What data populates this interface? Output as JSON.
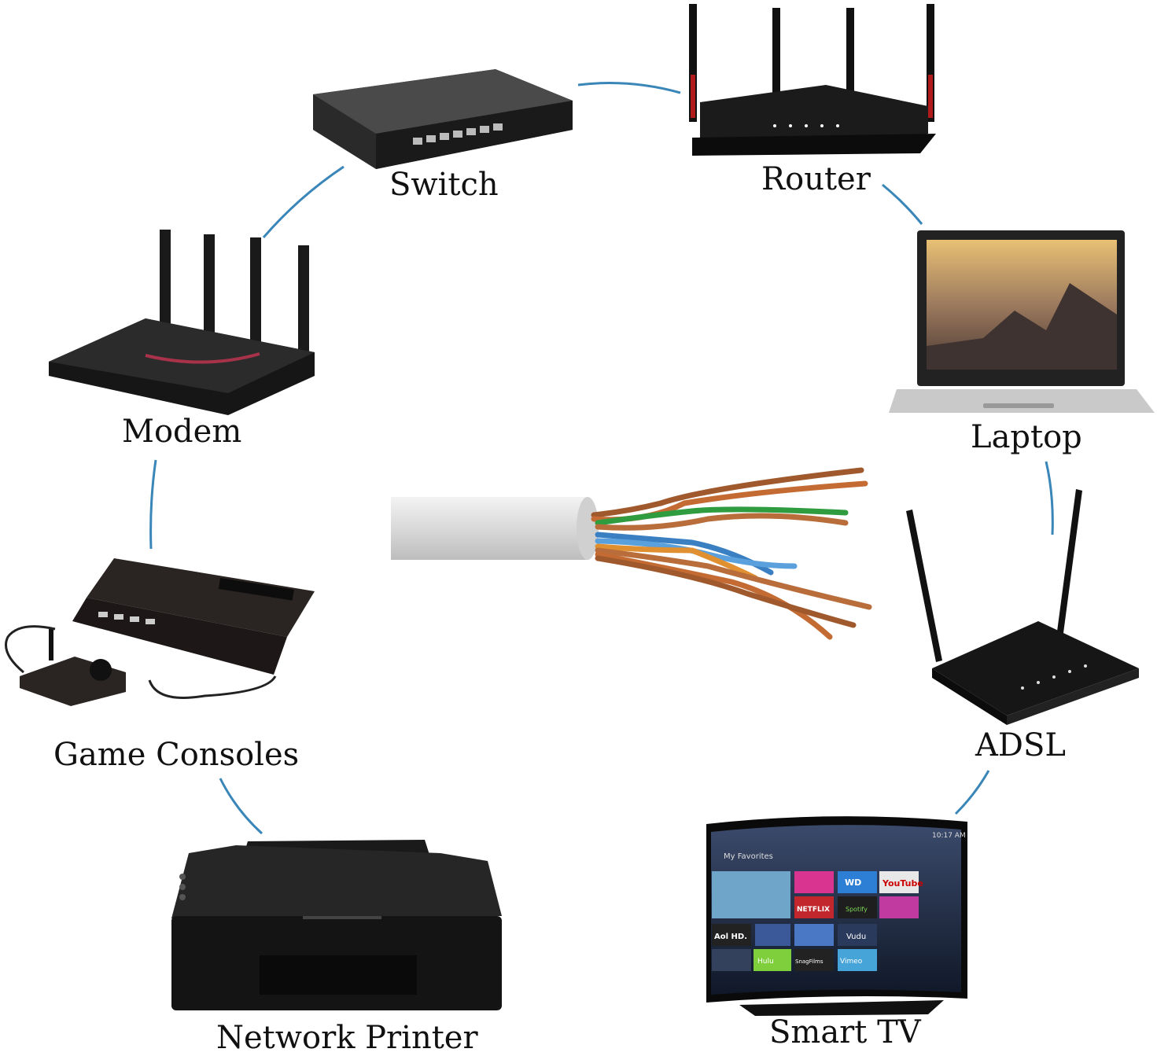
{
  "devices": {
    "switch": {
      "label": "Switch"
    },
    "router": {
      "label": "Router"
    },
    "modem": {
      "label": "Modem"
    },
    "laptop": {
      "label": "Laptop"
    },
    "game": {
      "label": "Game Consoles"
    },
    "adsl": {
      "label": "ADSL"
    },
    "printer": {
      "label": "Network Printer"
    },
    "tv": {
      "label": "Smart TV"
    }
  },
  "tv_screen": {
    "title": "My Favorites",
    "clock": "10:17 AM",
    "tiles": [
      "WD",
      "YouTube",
      "NETFLIX",
      "Spotify",
      "Aol HD.",
      "Vudu",
      "Hulu",
      "SnagFilms",
      "Vimeo"
    ]
  },
  "colors": {
    "link": "#3a86b8",
    "device": "#1c1c1c"
  }
}
